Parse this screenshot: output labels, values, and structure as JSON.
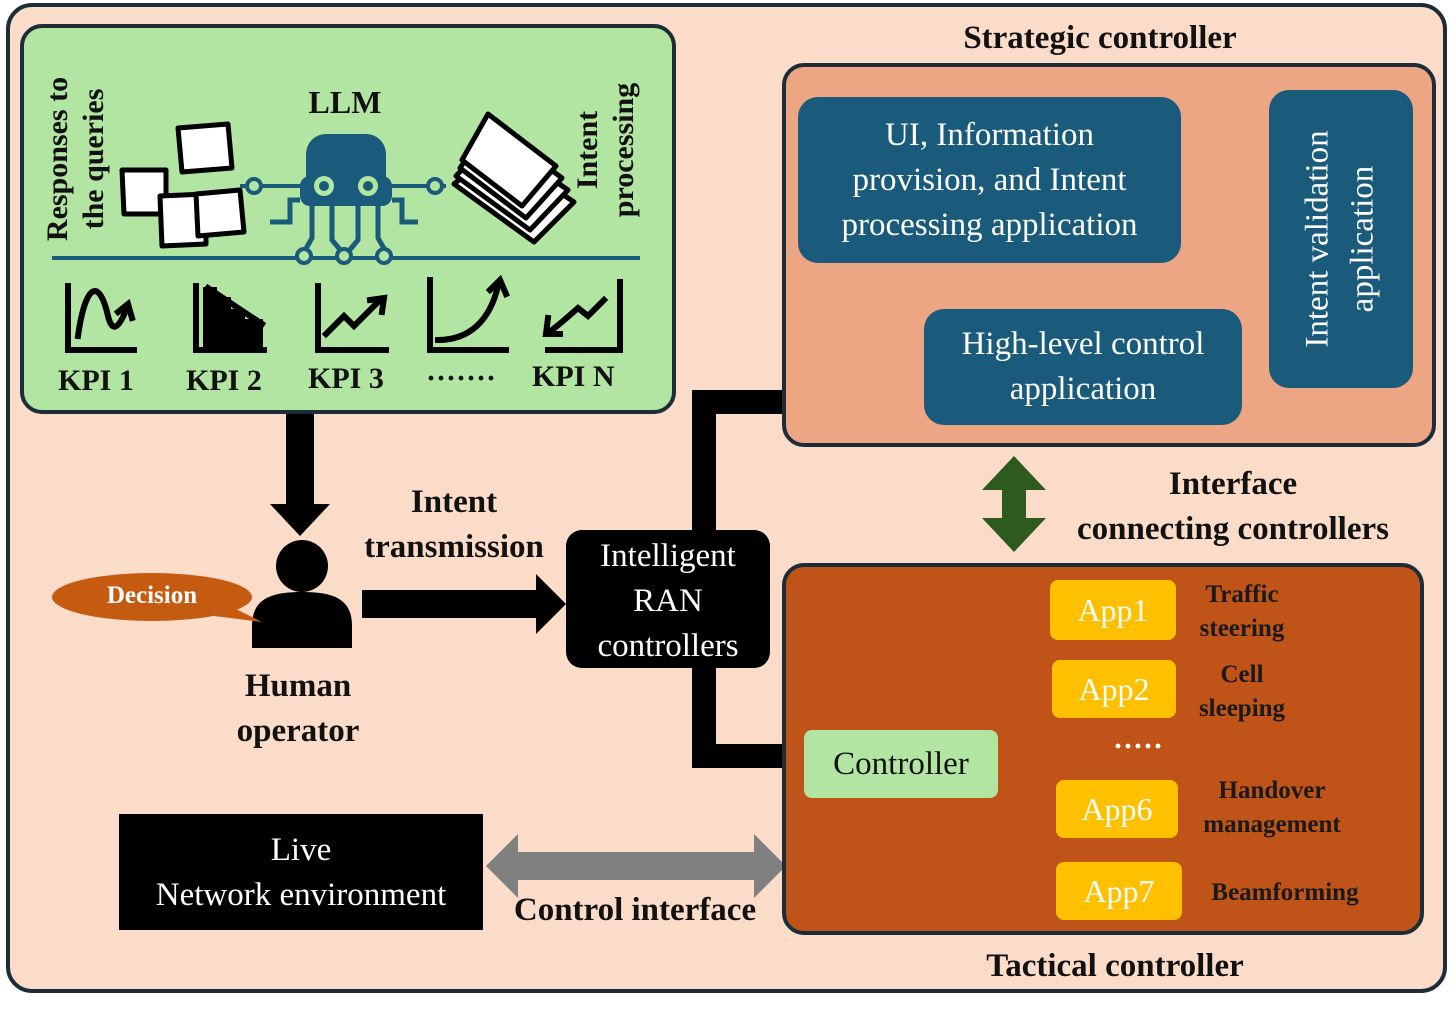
{
  "llm_panel": {
    "llm_label": "LLM",
    "responses_label_line1": "Responses to",
    "responses_label_line2": "the queries",
    "intent_label_line1": "Intent",
    "intent_label_line2": "processing",
    "kpis": [
      "KPI 1",
      "KPI 2",
      "KPI 3",
      "·······",
      "KPI N"
    ]
  },
  "strategic": {
    "title": "Strategic controller",
    "ui_app_line1": "UI, Information",
    "ui_app_line2": "provision, and Intent",
    "ui_app_line3": "processing application",
    "validation_line1": "Intent validation",
    "validation_line2": "application",
    "high_level_line1": "High-level control",
    "high_level_line2": "application"
  },
  "interface": {
    "line1": "Interface",
    "line2": "connecting controllers"
  },
  "tactical": {
    "title": "Tactical controller",
    "controller_label": "Controller",
    "apps": [
      {
        "name": "App1",
        "label_line1": "Traffic",
        "label_line2": "steering"
      },
      {
        "name": "App2",
        "label_line1": "Cell",
        "label_line2": "sleeping"
      },
      {
        "name": "App6",
        "label_line1": "Handover",
        "label_line2": "management"
      },
      {
        "name": "App7",
        "label_line1": "Beamforming",
        "label_line2": ""
      }
    ],
    "ellipsis": "·····"
  },
  "human": {
    "decision": "Decision",
    "label_line1": "Human",
    "label_line2": "operator"
  },
  "intent_transmission": {
    "line1": "Intent",
    "line2": "transmission"
  },
  "ran": {
    "line1": "Intelligent",
    "line2": "RAN",
    "line3": "controllers"
  },
  "live_network": {
    "line1": "Live",
    "line2": "Network environment"
  },
  "control_interface": "Control interface",
  "colors": {
    "background": "#fbdcc8",
    "llm_panel": "#b3e5a2",
    "strategic_panel": "#eda683",
    "tactical_panel": "#c05317",
    "blue_box": "#1a5a7a",
    "app": "#ffc000",
    "dark_green_arrow": "#2e5a1e",
    "gray_arrow": "#808080",
    "light_blue_arrow": "#3ba0dc",
    "decision_bubble": "#c55a11",
    "controller_box": "#b3e5a2"
  }
}
